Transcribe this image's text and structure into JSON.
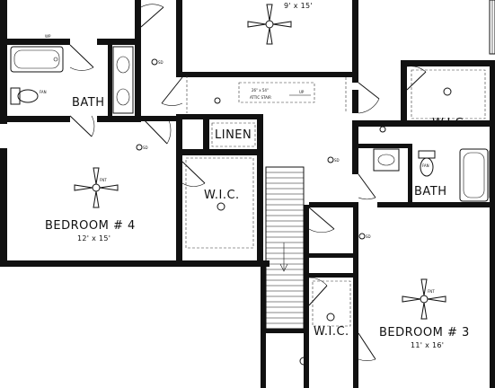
{
  "rooms": {
    "bedroom4": {
      "name": "BEDROOM # 4",
      "size": "12' x 15'"
    },
    "bedroom3": {
      "name": "BEDROOM # 3",
      "size": "11' x 16'"
    },
    "top_room": {
      "size": "9' x 15'"
    },
    "bath_left": {
      "name": "BATH"
    },
    "bath_right": {
      "name": "BATH"
    },
    "linen": {
      "name": "LINEN"
    },
    "wic_left": {
      "name": "W.I.C."
    },
    "wic_upper_right": {
      "name": "W.I.C."
    },
    "wic_lower_mid": {
      "name": "W.I.C."
    }
  },
  "attic_stair": {
    "line1": "26\" x 54\"",
    "line2": "ATTIC STAIR",
    "arrow": "UP"
  },
  "symbols": {
    "smoke_detector": "SD",
    "fan": "FAN",
    "fan_light": "FNT",
    "wp": "WP"
  }
}
